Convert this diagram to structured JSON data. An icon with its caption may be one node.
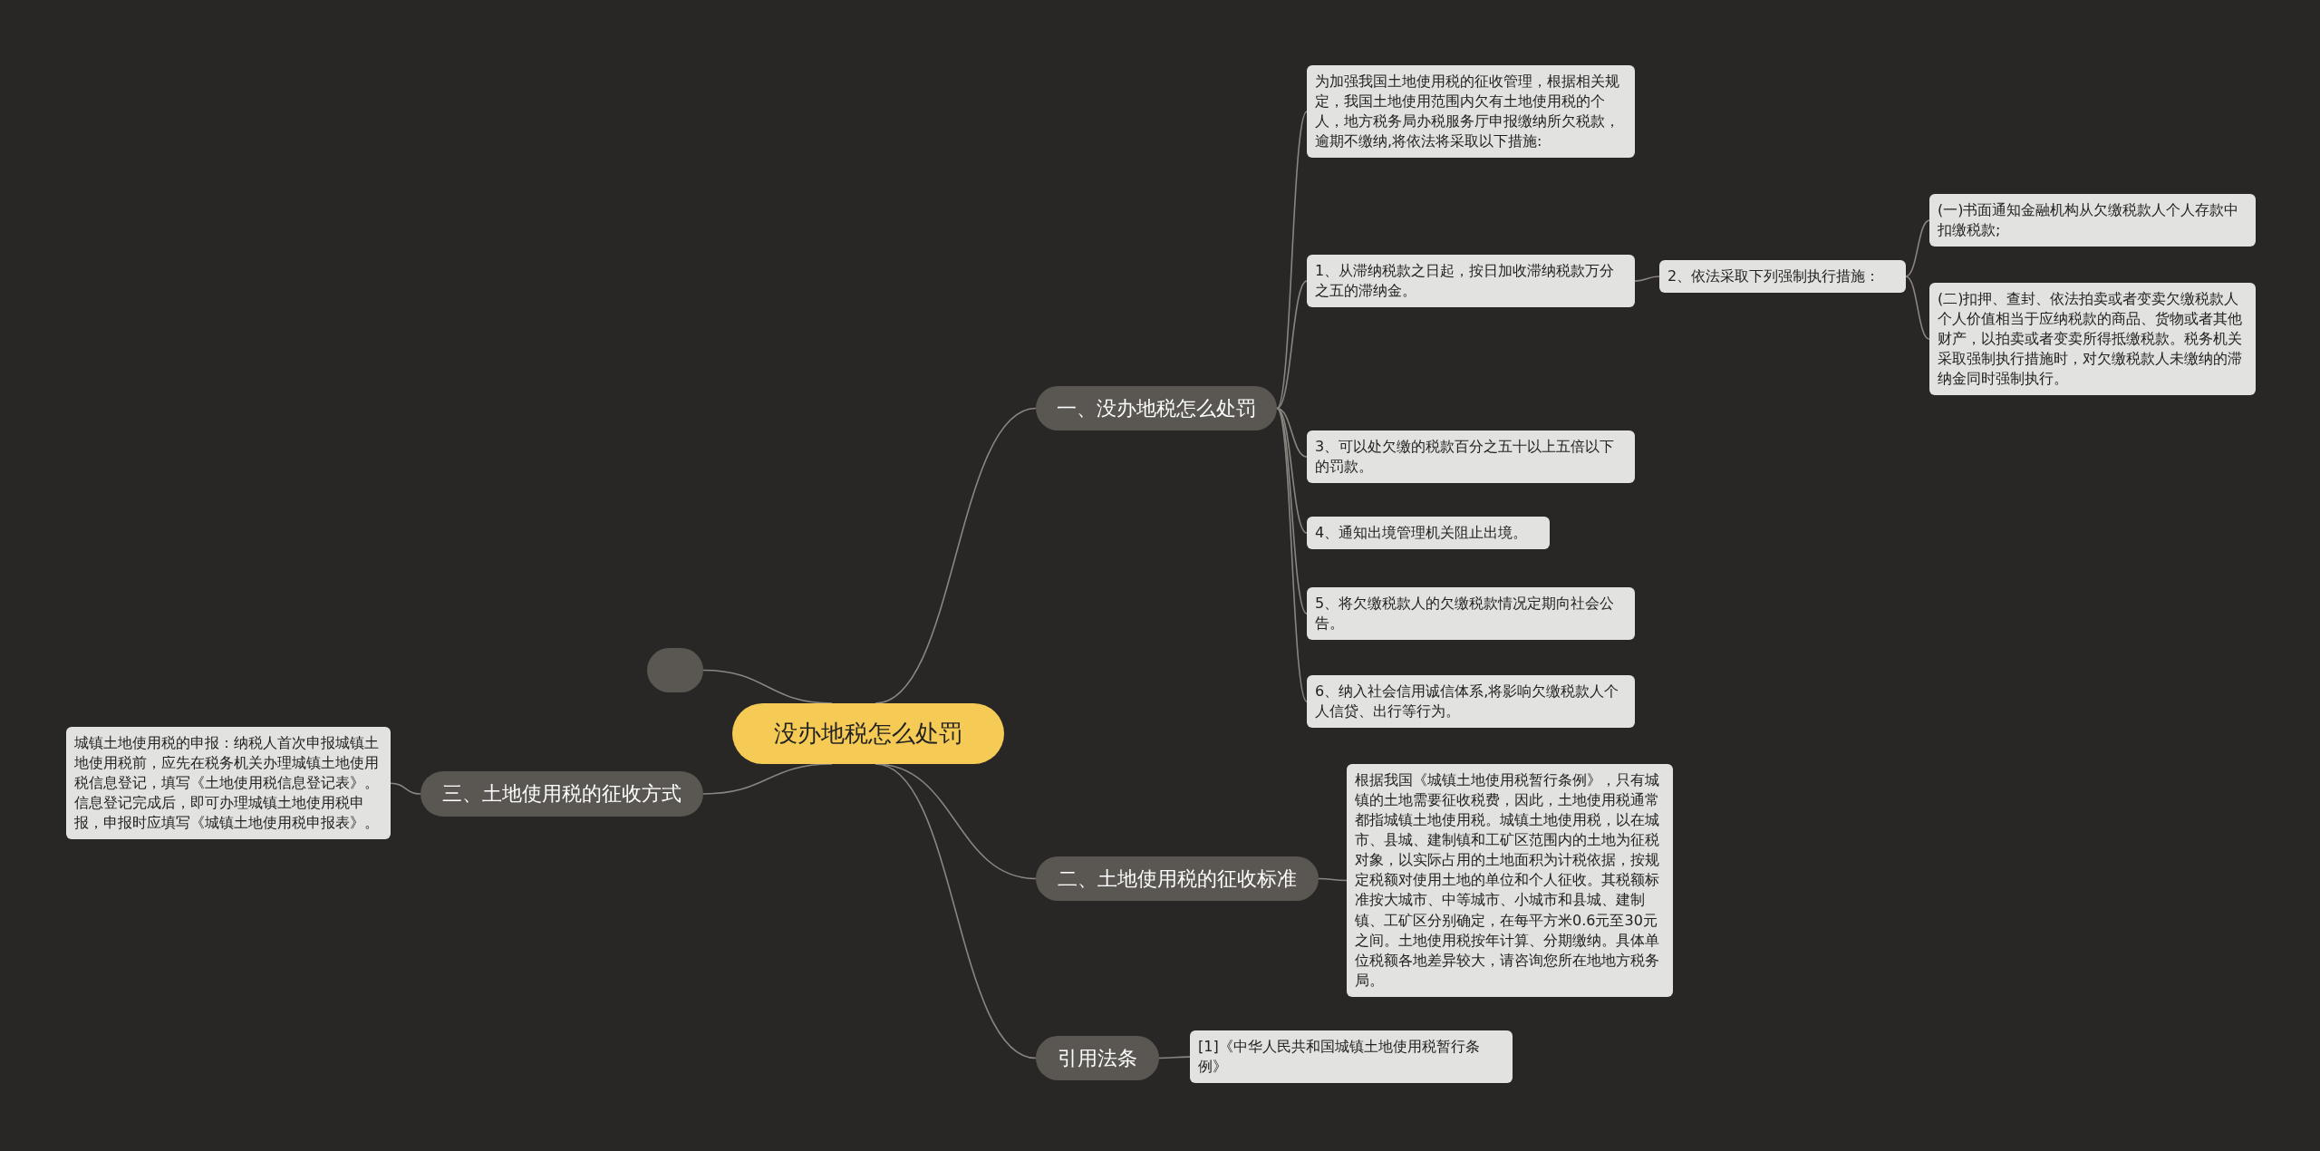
{
  "diagram": {
    "nodes": [
      {
        "text": [
          "没办地税怎么处罚"
        ]
      },
      {
        "text": [
          "一、没办地税怎么处罚"
        ]
      },
      {
        "text": [
          "为加强我国土地使用税的征收管理，根据相关规定，我国土地使用范围内欠有土地使用税的个人，地方税务局办税服务厅申报缴纳所欠税款，逾期不缴纳,将依法将采取以下措施:"
        ]
      },
      {
        "text": [
          "1、从滞纳税款之日起，按日加收滞纳税款万分之五的滞纳金。"
        ]
      },
      {
        "text": [
          "2、依法采取下列强制执行措施："
        ]
      },
      {
        "text": [
          "(一)书面通知金融机构从欠缴税款人个人存款中扣缴税款;"
        ]
      },
      {
        "text": [
          "(二)扣押、查封、依法拍卖或者变卖欠缴税款人个人价值相当于应纳税款的商品、货物或者其他财产，以拍卖或者变卖所得抵缴税款。税务机关采取强制执行措施时，对欠缴税款人未缴纳的滞纳金同时强制执行。"
        ]
      },
      {
        "text": [
          "3、可以处欠缴的税款百分之五十以上五倍以下的罚款。"
        ]
      },
      {
        "text": [
          "4、通知出境管理机关阻止出境。"
        ]
      },
      {
        "text": [
          "5、将欠缴税款人的欠缴税款情况定期向社会公告。"
        ]
      },
      {
        "text": [
          "6、纳入社会信用诚信体系,将影响欠缴税款人个人信贷、出行等行为。"
        ]
      },
      {
        "text": [
          "二、土地使用税的征收标准"
        ]
      },
      {
        "text": [
          "根据我国《城镇土地使用税暂行条例》，只有城镇的土地需要征收税费，因此，土地使用税通常都指城镇土地使用税。城镇土地使用税，以在城市、县城、建制镇和工矿区范围内的土地为征税对象，以实际占用的土地面积为计税依据，按规定税额对使用土地的单位和个人征收。其税额标准按大城市、中等城市、小城市和县城、建制镇、工矿区分别确定，在每平方米0.6元至30元之间。土地使用税按年计算、分期缴纳。具体单位税额各地差异较大，请咨询您所在地地方税务局。"
        ]
      },
      {
        "text": [
          "引用法条"
        ]
      },
      {
        "text": [
          "[1]《中华人民共和国城镇土地使用税暂行条例》"
        ]
      },
      {
        "text": [],
        "shape": "box"
      },
      {
        "text": [
          "三、土地使用税的征收方式"
        ]
      },
      {
        "text": [
          "城镇土地使用税的申报：纳税人首次申报城镇土地使用税前，应先在税务机关办理城镇土地使用税信息登记，填写《土地使用税信息登记表》。信息登记完成后，即可办理城镇土地使用税申报，申报时应填写《城镇土地使用税申报表》。"
        ]
      }
    ],
    "edges": [
      {
        "from": 0,
        "to": 1,
        "arrow": "none"
      },
      {
        "from": 1,
        "to": 2,
        "arrow": "none"
      },
      {
        "from": 1,
        "to": 3,
        "arrow": "none"
      },
      {
        "from": 3,
        "to": 4,
        "arrow": "none"
      },
      {
        "from": 4,
        "to": 5,
        "arrow": "none"
      },
      {
        "from": 4,
        "to": 6,
        "arrow": "none"
      },
      {
        "from": 1,
        "to": 7,
        "arrow": "none"
      },
      {
        "from": 1,
        "to": 8,
        "arrow": "none"
      },
      {
        "from": 1,
        "to": 9,
        "arrow": "none"
      },
      {
        "from": 1,
        "to": 10,
        "arrow": "none"
      },
      {
        "from": 0,
        "to": 11,
        "arrow": "none"
      },
      {
        "from": 11,
        "to": 12,
        "arrow": "none"
      },
      {
        "from": 0,
        "to": 13,
        "arrow": "none"
      },
      {
        "from": 13,
        "to": 14,
        "arrow": "none"
      },
      {
        "from": 0,
        "to": 15,
        "arrow": "none"
      },
      {
        "from": 0,
        "to": 16,
        "arrow": "none"
      },
      {
        "from": 16,
        "to": 17,
        "arrow": "none"
      }
    ]
  }
}
